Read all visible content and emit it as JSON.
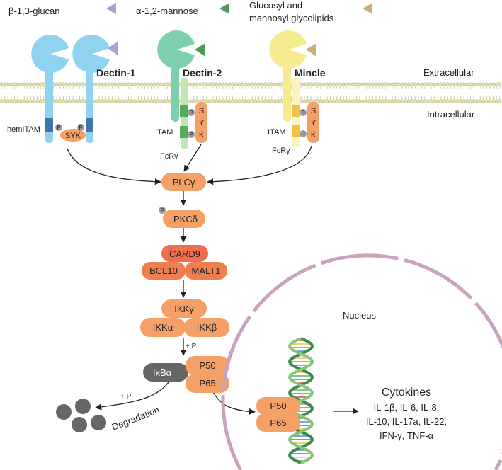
{
  "legend": {
    "items": [
      {
        "label": "β-1,3-glucan",
        "color": "#9fa4d4"
      },
      {
        "label": "α-1,2-mannose",
        "color": "#4f9a5d"
      },
      {
        "label_line1": "Glucosyl and",
        "label_line2": "mannosyl glycolipids",
        "color": "#c8b173"
      }
    ]
  },
  "membrane": {
    "extracellular": "Extracellular",
    "intracellular": "Intracellular"
  },
  "receptors": {
    "dectin1": {
      "name": "Dectin-1",
      "motif": "hemITAM",
      "kinase": "SYK",
      "color": "#8fd3f1"
    },
    "dectin2": {
      "name": "Dectin-2",
      "motif": "ITAM",
      "adaptor": "FcRγ",
      "color": "#7ecfb0"
    },
    "mincle": {
      "name": "Mincle",
      "motif": "ITAM",
      "adaptor": "FcRγ",
      "color": "#f7eb8f"
    }
  },
  "syk_letters": [
    "S",
    "Y",
    "K"
  ],
  "phospho": "P",
  "phospho_plus": "+ P",
  "cascade": {
    "plcg": "PLCγ",
    "pkcd": "PKCδ",
    "card9": "CARD9",
    "bcl10": "BCL10",
    "malt1": "MALT1",
    "ikkg": "IKKγ",
    "ikka": "IKKα",
    "ikkb": "IKKβ",
    "ikba": "IκBα",
    "p50": "P50",
    "p65": "P65",
    "degradation": "Degradation"
  },
  "nucleus": {
    "label": "Nucleus",
    "p50": "P50",
    "p65": "P65",
    "cytokines_title": "Cytokines",
    "cytokines_lines": [
      "IL-1β, IL-6, IL-8,",
      "IL-10, IL-17a, IL-22,",
      "IFN-γ, TNF-α"
    ]
  },
  "colors": {
    "orange": "#f4a067",
    "orange_dark": "#ef7f4e",
    "card": "#ee6e4f",
    "gray": "#666666",
    "nucleus": "#c9a3bd",
    "membrane_head": "#ebe7a8"
  }
}
